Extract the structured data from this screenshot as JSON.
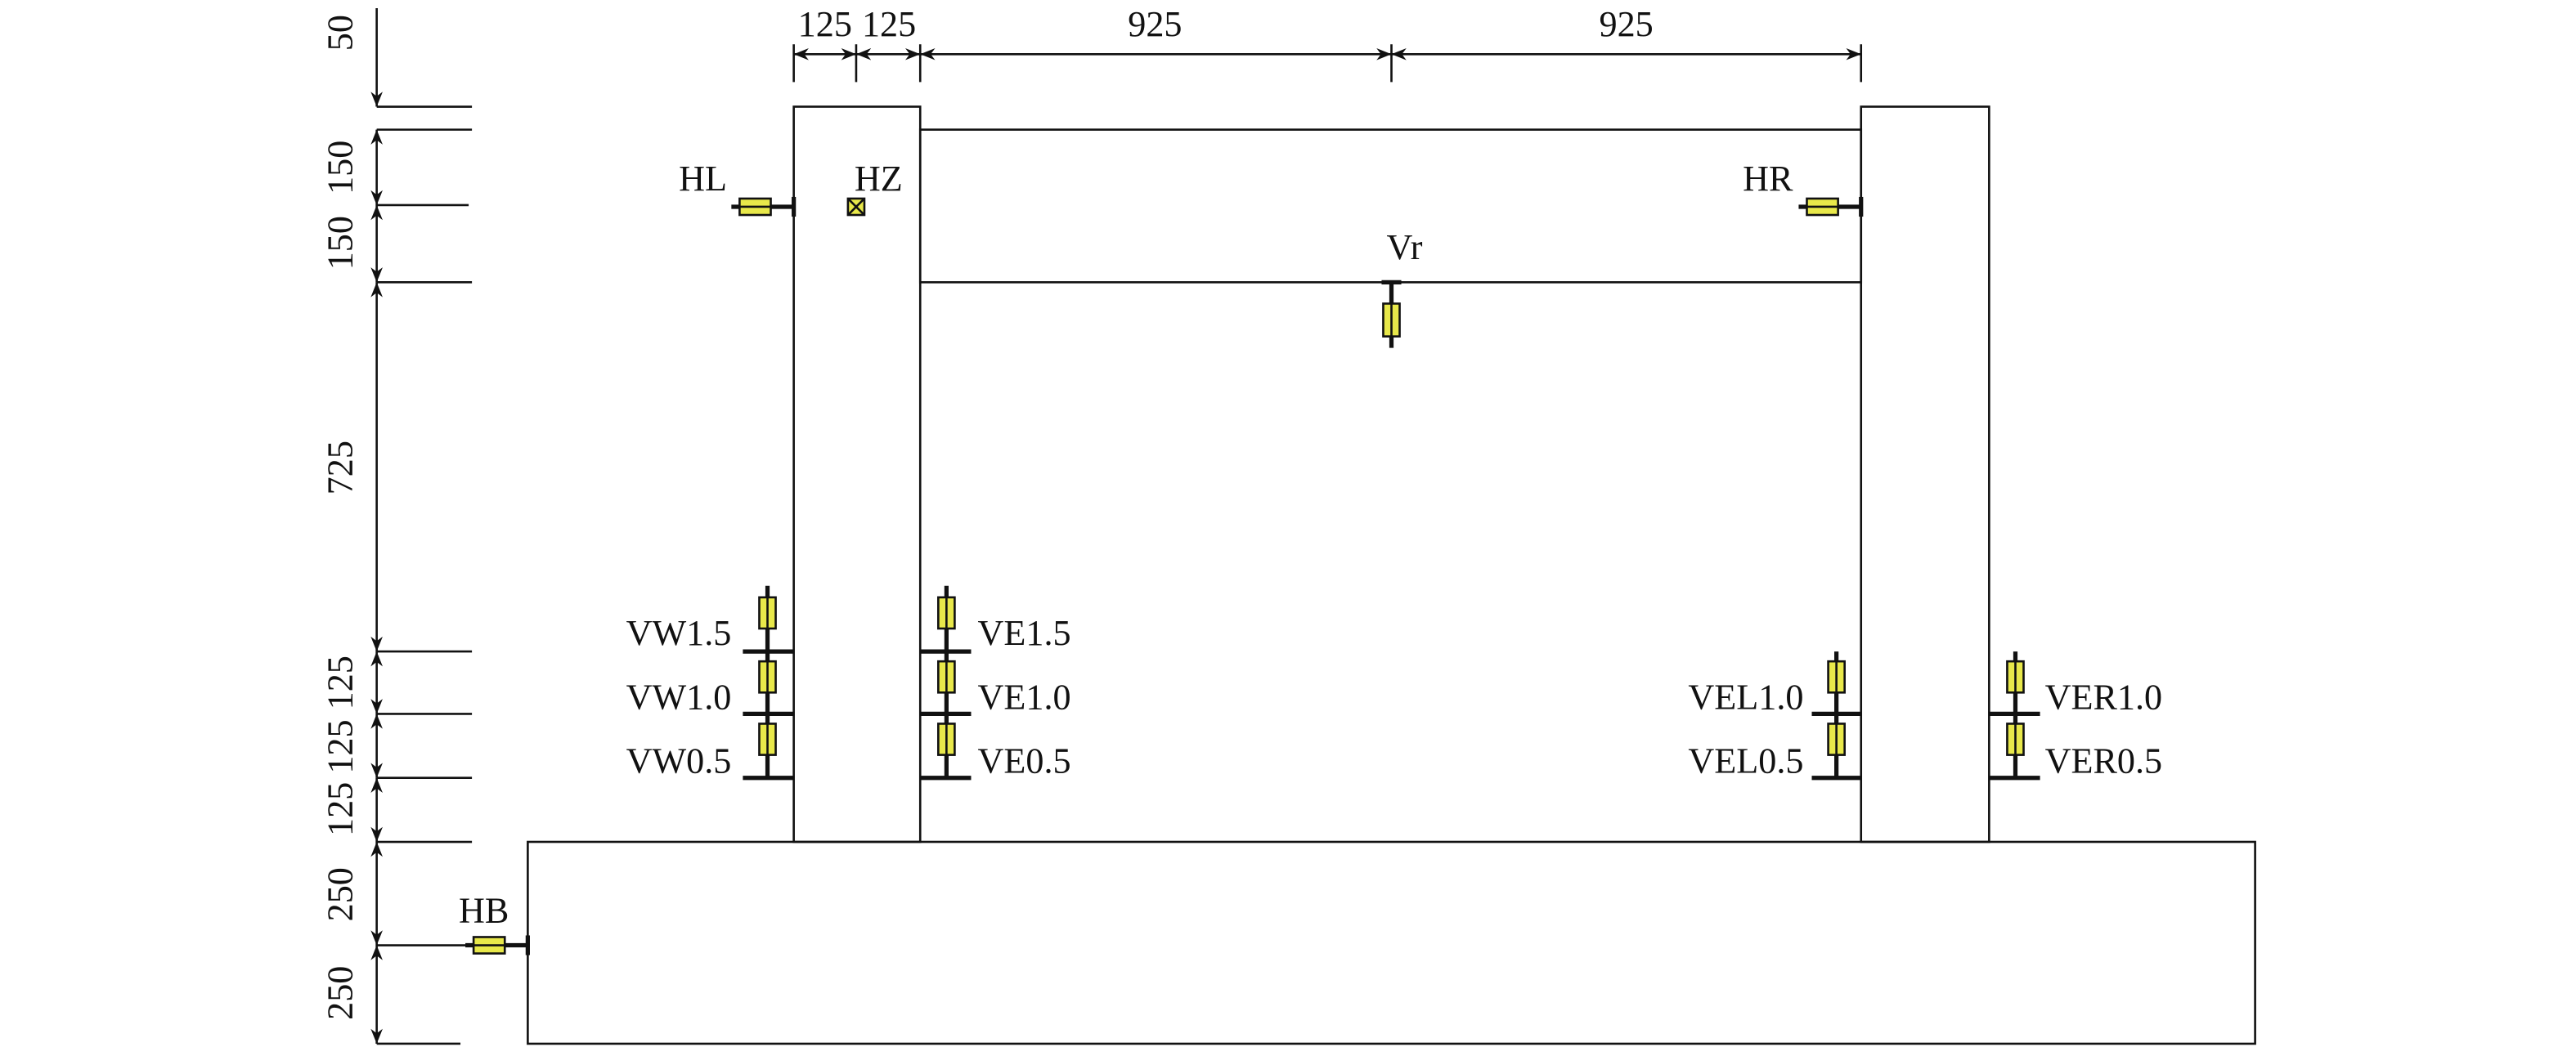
{
  "dimensions": {
    "vertical": [
      "50",
      "150",
      "150",
      "725",
      "125",
      "125",
      "125",
      "250",
      "250"
    ],
    "horizontal": [
      "125",
      "125",
      "925",
      "925"
    ]
  },
  "sensors": {
    "HL": "HL",
    "HZ": "HZ",
    "HR": "HR",
    "Vr": "Vr",
    "HB": "HB",
    "VW15": "VW1.5",
    "VW10": "VW1.0",
    "VW05": "VW0.5",
    "VE15": "VE1.5",
    "VE10": "VE1.0",
    "VE05": "VE0.5",
    "VEL10": "VEL1.0",
    "VEL05": "VEL0.5",
    "VER10": "VER1.0",
    "VER05": "VER0.5"
  },
  "colors": {
    "sensor": "#e8e84a",
    "line": "#111111"
  }
}
